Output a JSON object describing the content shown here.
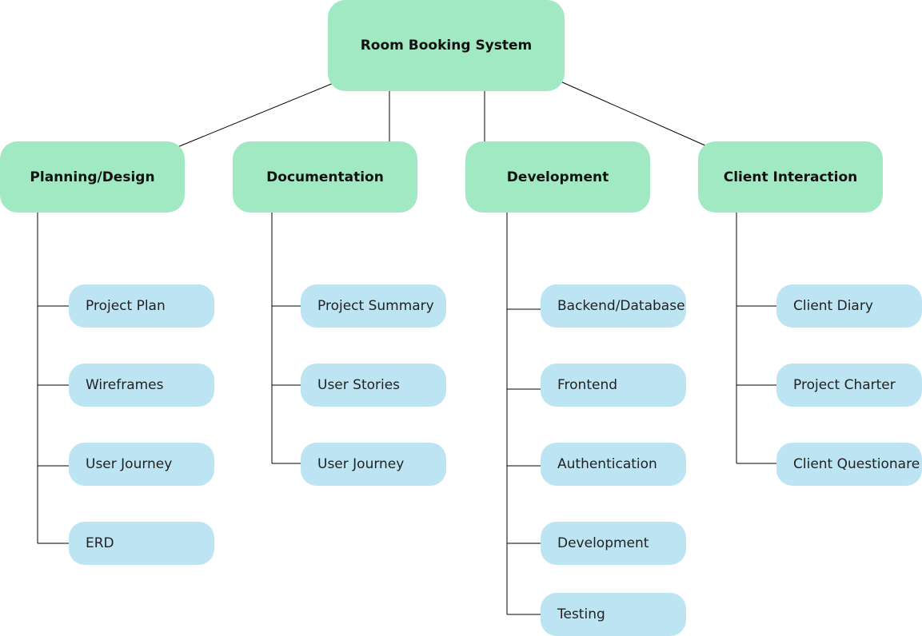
{
  "diagram": {
    "root": {
      "label": "Room Booking System"
    },
    "branches": [
      {
        "label": "Planning/Design",
        "items": [
          "Project Plan",
          "Wireframes",
          "User Journey",
          "ERD"
        ]
      },
      {
        "label": "Documentation",
        "items": [
          "Project Summary",
          "User Stories",
          "User Journey"
        ]
      },
      {
        "label": "Development",
        "items": [
          "Backend/Database",
          "Frontend",
          "Authentication",
          "Development",
          "Testing"
        ]
      },
      {
        "label": "Client Interaction",
        "items": [
          "Client Diary",
          "Project Charter",
          "Client Questionare"
        ]
      }
    ]
  },
  "colors": {
    "node_green": "#a0e9c2",
    "leaf_blue": "#bde4f3",
    "connector": "#000000"
  }
}
